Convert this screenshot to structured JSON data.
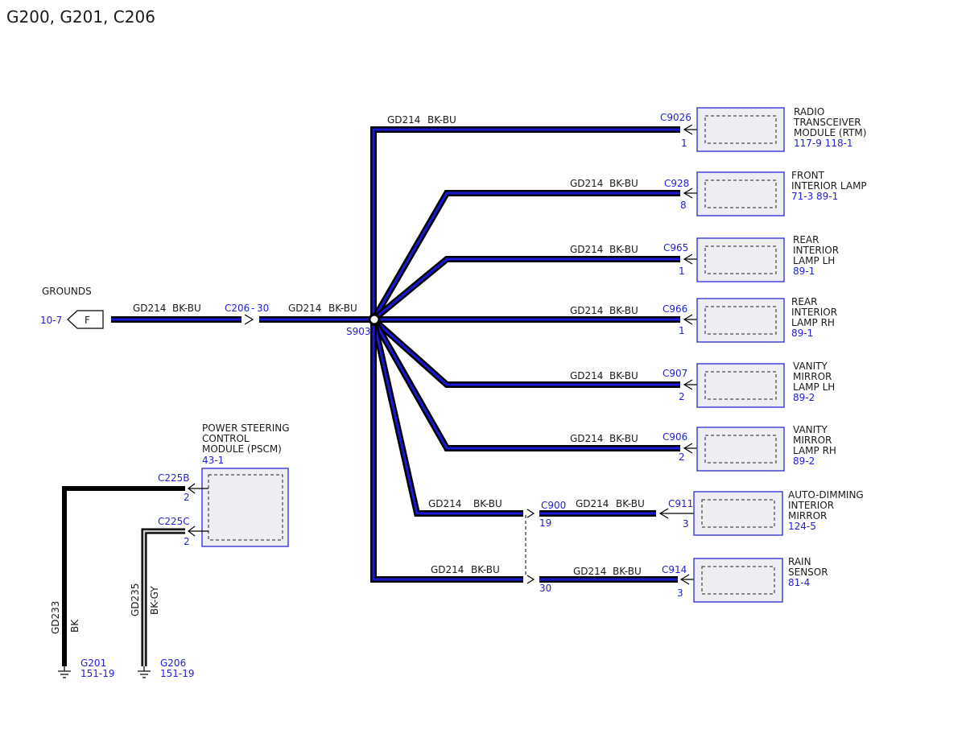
{
  "title": "G200, G201, C206",
  "grounds_label": "GROUNDS",
  "grounds_ref": "10-7",
  "grounds_connector": "F",
  "wire_left": {
    "circuit": "GD214",
    "color": "BK-BU"
  },
  "wire_mid": {
    "circuit": "GD214",
    "color": "BK-BU"
  },
  "c206": {
    "name": "C206",
    "pin": "30"
  },
  "splice": "S903",
  "branches": [
    {
      "circuit": "GD214",
      "color": "BK-BU",
      "connector": "C9026",
      "pin": "1",
      "module": [
        "RADIO",
        "TRANSCEIVER",
        "MODULE (RTM)"
      ],
      "refs": "117-9 118-1"
    },
    {
      "circuit": "GD214",
      "color": "BK-BU",
      "connector": "C928",
      "pin": "8",
      "module": [
        "FRONT",
        "INTERIOR LAMP"
      ],
      "refs": "71-3   89-1"
    },
    {
      "circuit": "GD214",
      "color": "BK-BU",
      "connector": "C965",
      "pin": "1",
      "module": [
        "REAR",
        "INTERIOR",
        "LAMP LH"
      ],
      "refs": "89-1"
    },
    {
      "circuit": "GD214",
      "color": "BK-BU",
      "connector": "C966",
      "pin": "1",
      "module": [
        "REAR",
        "INTERIOR",
        "LAMP RH"
      ],
      "refs": "89-1"
    },
    {
      "circuit": "GD214",
      "color": "BK-BU",
      "connector": "C907",
      "pin": "2",
      "module": [
        "VANITY",
        "MIRROR",
        "LAMP LH"
      ],
      "refs": "89-2"
    },
    {
      "circuit": "GD214",
      "color": "BK-BU",
      "connector": "C906",
      "pin": "2",
      "module": [
        "VANITY",
        "MIRROR",
        "LAMP RH"
      ],
      "refs": "89-2"
    }
  ],
  "c900": {
    "name": "C900",
    "pin_top": "19",
    "pin_bottom": "30"
  },
  "c900_branches": [
    {
      "circuit_in": "GD214",
      "color_in": "BK-BU",
      "circuit_out": "GD214",
      "color_out": "BK-BU",
      "connector": "C911",
      "pin": "3",
      "module": [
        "AUTO-DIMMING",
        "INTERIOR",
        "MIRROR"
      ],
      "refs": "124-5"
    },
    {
      "circuit_in": "GD214",
      "color_in": "BK-BU",
      "circuit_out": "GD214",
      "color_out": "BK-BU",
      "connector": "C914",
      "pin": "3",
      "module": [
        "RAIN",
        "SENSOR"
      ],
      "refs": "81-4"
    }
  ],
  "pscm": {
    "module": [
      "POWER STEERING",
      "CONTROL",
      "MODULE (PSCM)"
    ],
    "refs": "43-1",
    "connector_b": "C225B",
    "pin_b": "2",
    "connector_c": "C225C",
    "pin_c": "2"
  },
  "grounds_bottom": [
    {
      "circuit": "GD233",
      "color": "BK",
      "ground": "G201",
      "ref": "151-19"
    },
    {
      "circuit": "GD235",
      "color": "BK-GY",
      "ground": "G206",
      "ref": "151-19"
    }
  ],
  "colors": {
    "wire_blue": "#1a1ad6",
    "label_blue": "#1f1fd6",
    "box_fill": "#ededf2"
  }
}
